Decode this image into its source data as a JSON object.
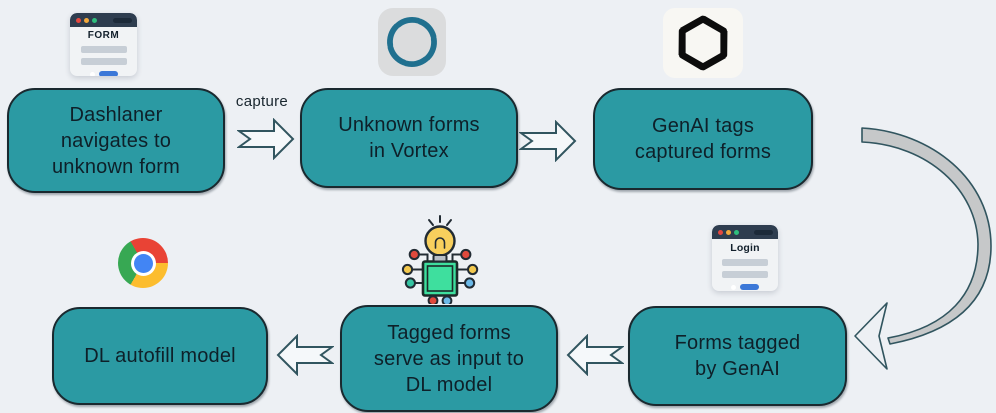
{
  "colors": {
    "bg": "#edf0f4",
    "box-fill": "#2b9aa3",
    "box-border": "#1a292f",
    "box-text": "#0e2029",
    "arrow-stroke": "#31555f",
    "arrow-fill": "#f5f8fa",
    "curve-fill": "#c6c8c9",
    "label-text": "#19262e",
    "window-header": "#2e3d4f",
    "window-body": "#f1f3f5",
    "window-bar": "#c7ced6",
    "window-accent": "#3c78d8",
    "dot-red": "#e5483f",
    "dot-yellow": "#f3a93c",
    "dot-green": "#2fbe7d",
    "vortex-bg": "#dbdcdd",
    "vortex-teal": "#20708f",
    "openai-bg": "#f8f7f3",
    "openai-black": "#0c0c0c",
    "chip-green": "#3edf9e",
    "bulb-yellow": "#f8cf5d",
    "node-red": "#e0493c",
    "node-yellow": "#f2c84e",
    "node-teal": "#35c4a2",
    "node-blue": "#6cb9e8",
    "chrome-red": "#e94335",
    "chrome-yellow": "#fcbd2e",
    "chrome-green": "#37a853",
    "chrome-blue": "#4285f4"
  },
  "flow": {
    "capture_label": "capture",
    "steps": [
      {
        "label": "Dashlaner navigates to unknown form",
        "icon": "form-window-icon"
      },
      {
        "label": "Unknown forms in Vortex",
        "icon": "vortex-icon"
      },
      {
        "label": "GenAI tags captured forms",
        "icon": "openai-icon"
      },
      {
        "label": "Forms tagged by GenAI",
        "icon": "login-window-icon"
      },
      {
        "label": "Tagged forms serve as input to DL model",
        "icon": "ai-chip-icon"
      },
      {
        "label": "DL autofill model",
        "icon": "chrome-icon"
      }
    ]
  },
  "icons": {
    "form_window": {
      "title": "FORM"
    },
    "login_window": {
      "title": "Login"
    }
  }
}
